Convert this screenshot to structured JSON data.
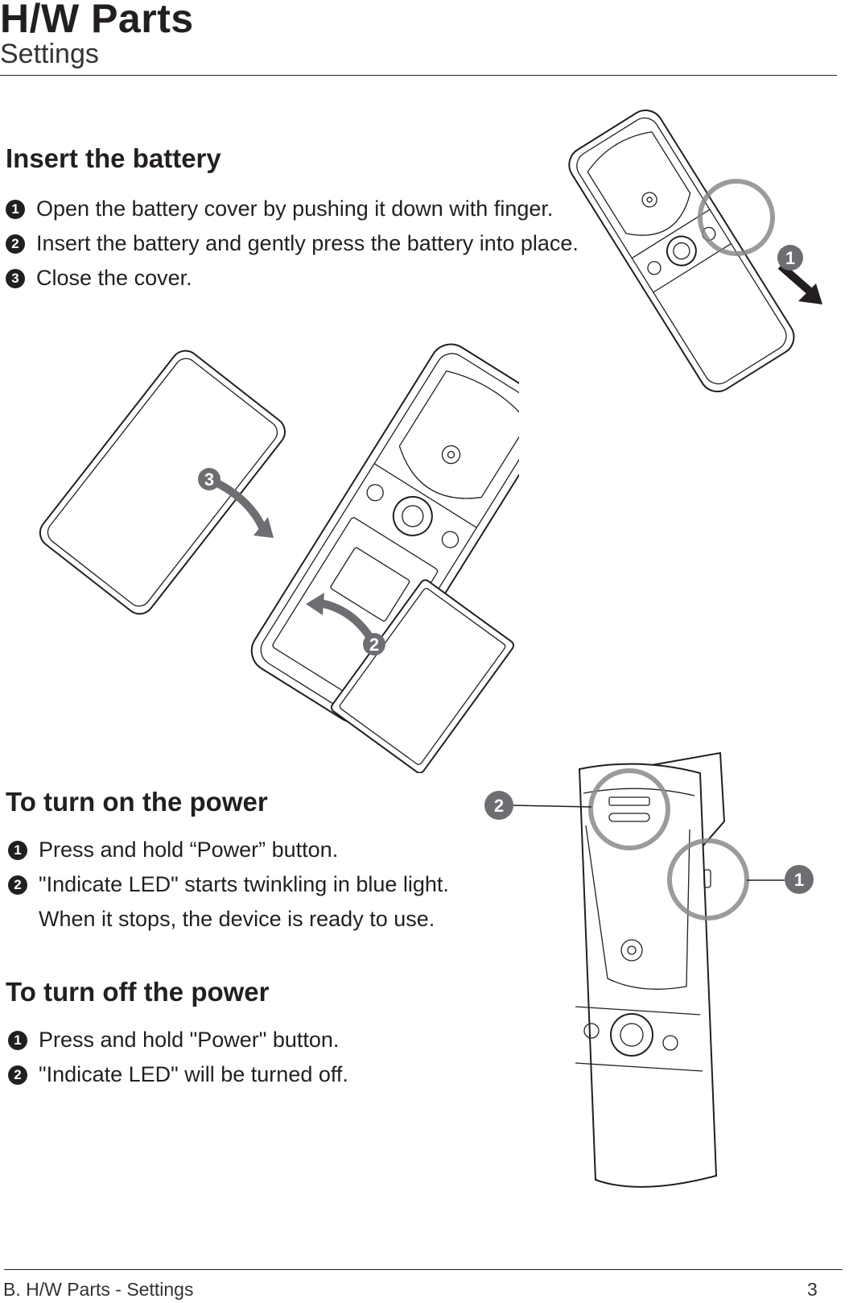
{
  "header": {
    "title": "H/W Parts",
    "subtitle": "Settings"
  },
  "battery": {
    "heading": "Insert the battery",
    "steps": [
      {
        "num": "1",
        "text": "Open the battery cover by pushing it down with finger."
      },
      {
        "num": "2",
        "text": "Insert the battery and gently press the battery into place."
      },
      {
        "num": "3",
        "text": "Close the cover."
      }
    ],
    "figure_labels": {
      "push": "1",
      "insert": "2",
      "close": "3"
    }
  },
  "power_on": {
    "heading": "To turn on the power",
    "steps": [
      {
        "num": "1",
        "text": "Press and hold “Power” button."
      },
      {
        "num": "2",
        "text": "\"Indicate LED\" starts twinkling in blue light."
      }
    ],
    "continuation": "When it stops, the device is ready to use.",
    "figure_labels": {
      "led": "2",
      "power": "1"
    }
  },
  "power_off": {
    "heading": "To turn off the power",
    "steps": [
      {
        "num": "1",
        "text": "Press and hold \"Power\" button."
      },
      {
        "num": "2",
        "text": "\"Indicate LED\" will be turned off."
      }
    ]
  },
  "footer": {
    "section": "B. H/W Parts - Settings",
    "page": "3"
  }
}
